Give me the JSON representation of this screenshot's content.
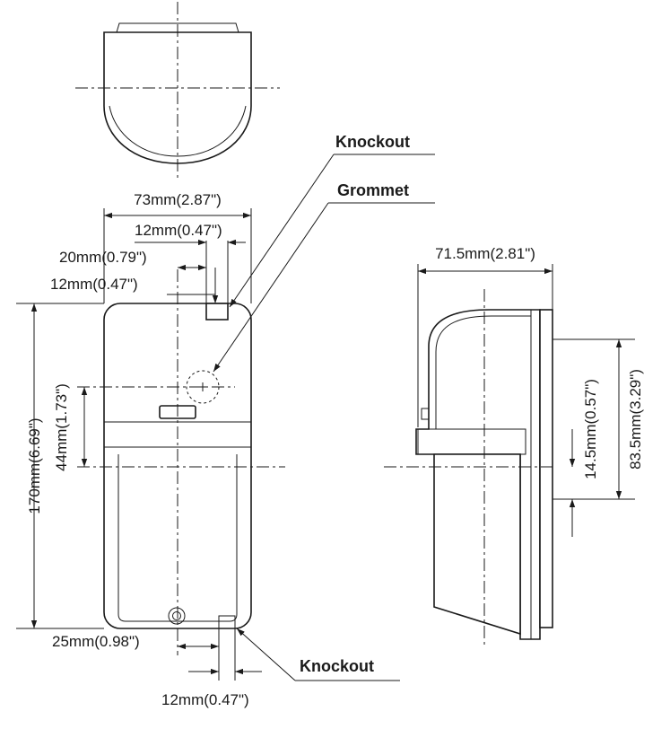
{
  "callouts": {
    "knockout_top": "Knockout",
    "grommet": "Grommet",
    "knockout_bottom": "Knockout"
  },
  "front_view": {
    "width": "73mm(2.87\")",
    "knockout_width_top": "12mm(0.47\")",
    "knockout_offset": "20mm(0.79\")",
    "knockout_depth": "12mm(0.47\")",
    "height": "170mm(6.69\")",
    "grommet_height": "44mm(1.73\")",
    "bottom_knockout_offset": "25mm(0.98\")",
    "bottom_knockout_width": "12mm(0.47\")"
  },
  "side_view": {
    "depth": "71.5mm(2.81\")",
    "mount_height": "83.5mm(3.29\")",
    "ledge_height": "14.5mm(0.57\")"
  }
}
